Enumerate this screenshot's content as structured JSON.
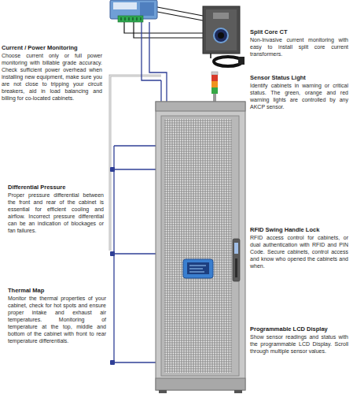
{
  "diagram": {
    "labels": [
      "Current / Power Monitoring",
      "Choose current only or full power monitoring with billable grade accuracy. Check sufficient power overhead when installing new equipment, make sure you are not close to tripping your circuit breakers, aid in load balancing and billing for co-located cabinets.",
      "Split Core CT",
      "Non-Invasive current monitoring with easy to install split core current transformers.",
      "Sensor Status Light",
      "Identify cabinets in warning or critical status. The green, orange and red warning lights are controlled by any AKCP sensor.",
      "Differential Pressure",
      "Proper pressure differential between the front and rear of the cabinet is essential for efficient cooling and airflow. Incorrect pressure differential can be an indication of blockages or fan failures.",
      "RFID Swing Handle Lock",
      "RFID access control for cabinets, or dual authentication with RFID and PIN Code. Secure cabinets, control access and know who opened the cabinets and when.",
      "Thermal Map",
      "Monitor the thermal properties of your cabinet, check for hot spots and ensure proper intake and exhaust air temperatures. Monitoring of temperature at the top, middle and bottom of the cabinet with front to rear temperature differentials.",
      "Programmable LCD Display",
      "Show sensor readings and status with the programmable LCD Display. Scroll through multiple sensor values."
    ]
  }
}
